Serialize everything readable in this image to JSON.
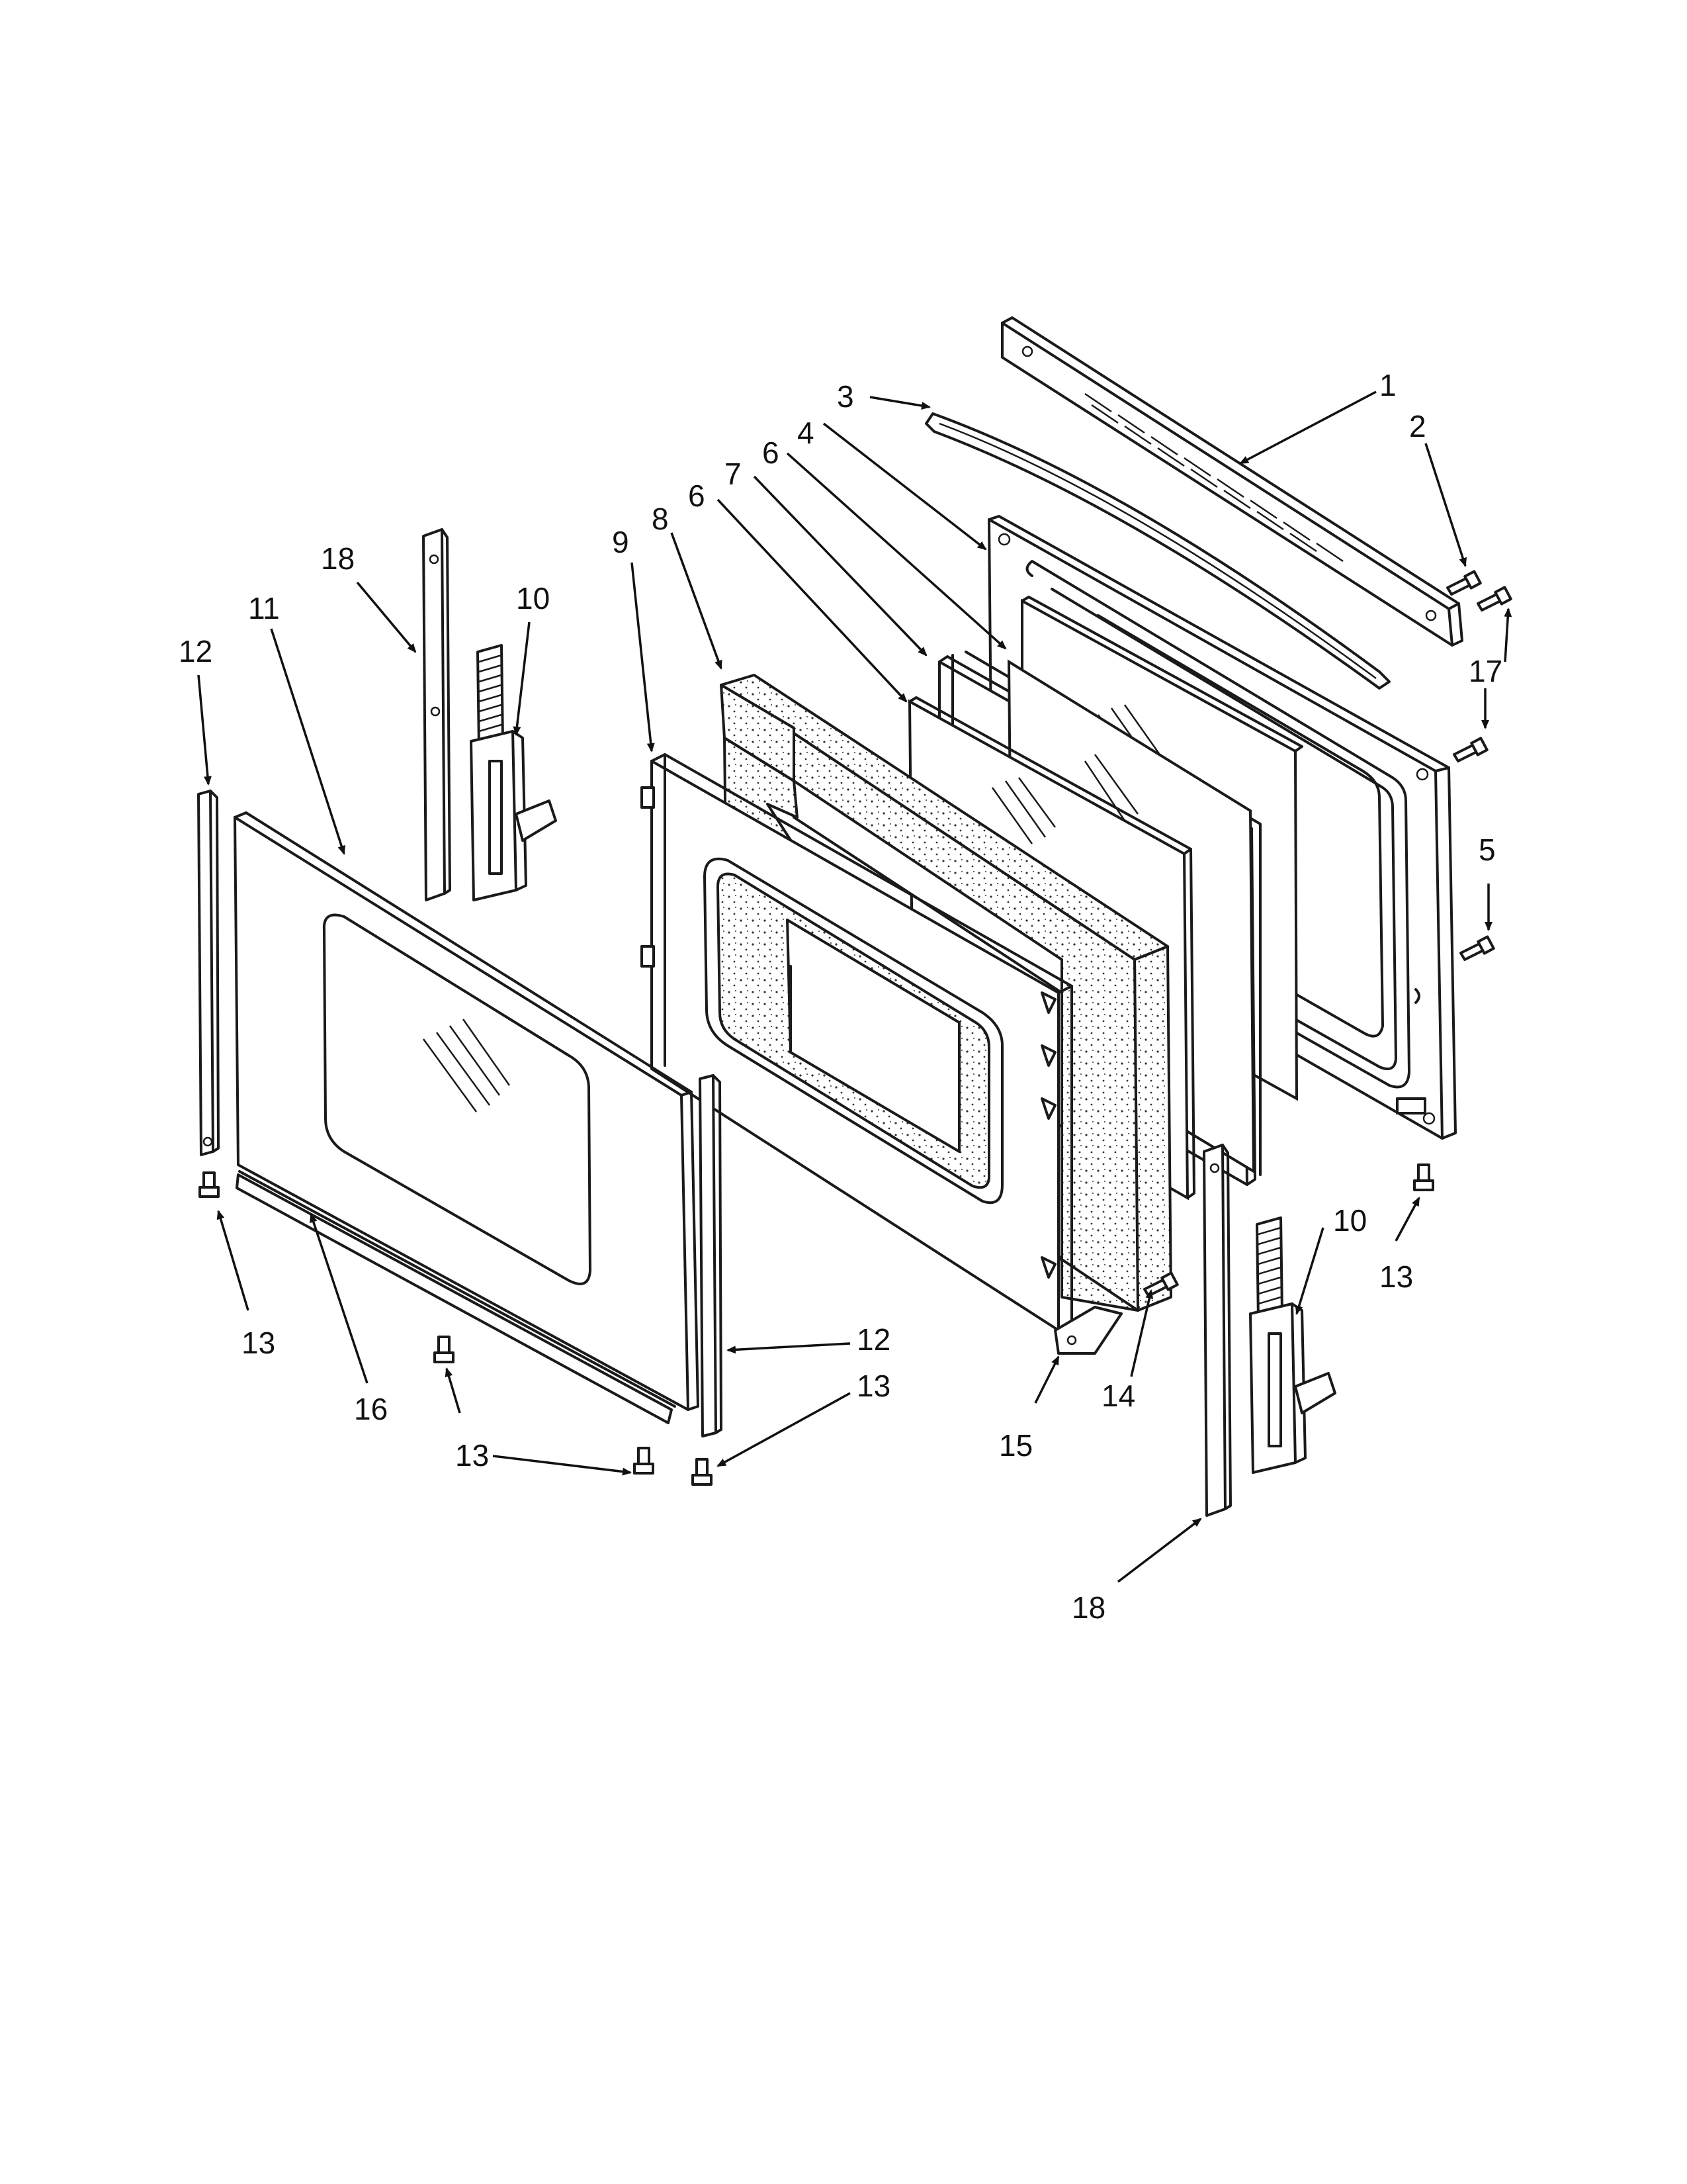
{
  "diagram": {
    "callouts": [
      {
        "id": "c1",
        "text": "1"
      },
      {
        "id": "c2",
        "text": "2"
      },
      {
        "id": "c3",
        "text": "3"
      },
      {
        "id": "c4",
        "text": "4"
      },
      {
        "id": "c5",
        "text": "5"
      },
      {
        "id": "c6a",
        "text": "6"
      },
      {
        "id": "c6b",
        "text": "6"
      },
      {
        "id": "c7",
        "text": "7"
      },
      {
        "id": "c8",
        "text": "8"
      },
      {
        "id": "c9",
        "text": "9"
      },
      {
        "id": "c10a",
        "text": "10"
      },
      {
        "id": "c10b",
        "text": "10"
      },
      {
        "id": "c11",
        "text": "11"
      },
      {
        "id": "c12a",
        "text": "12"
      },
      {
        "id": "c12b",
        "text": "12"
      },
      {
        "id": "c13a",
        "text": "13"
      },
      {
        "id": "c13b",
        "text": "13"
      },
      {
        "id": "c13c",
        "text": "13"
      },
      {
        "id": "c13d",
        "text": "13"
      },
      {
        "id": "c14",
        "text": "14"
      },
      {
        "id": "c15",
        "text": "15"
      },
      {
        "id": "c16",
        "text": "16"
      },
      {
        "id": "c17",
        "text": "17"
      },
      {
        "id": "c18a",
        "text": "18"
      },
      {
        "id": "c18b",
        "text": "18"
      }
    ]
  }
}
